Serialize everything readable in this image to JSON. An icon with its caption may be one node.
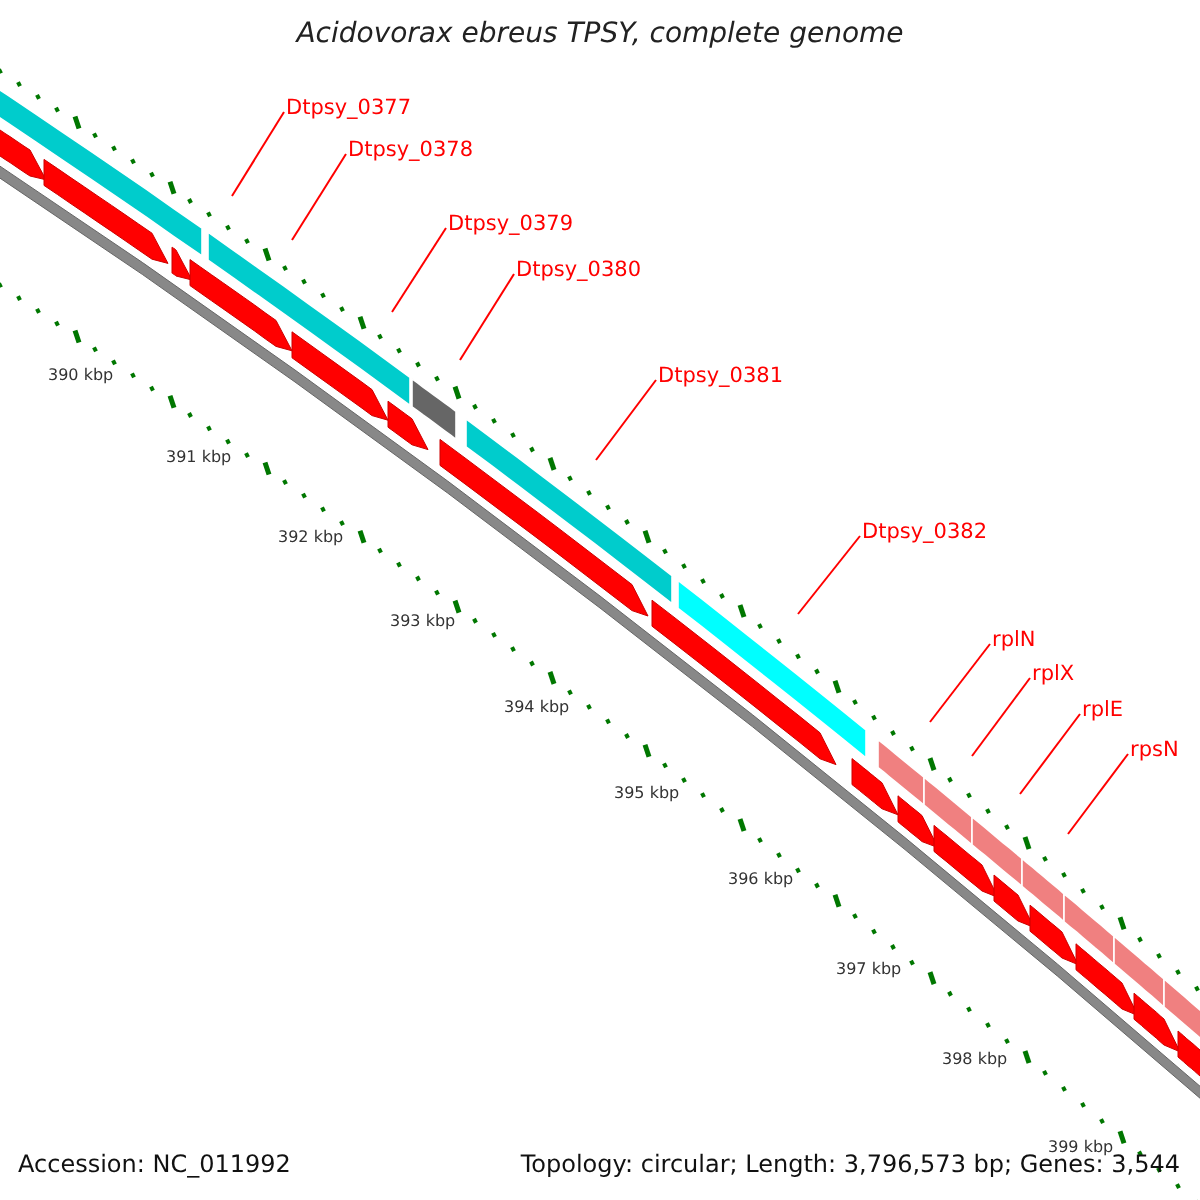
{
  "diagram": {
    "title": "Acidovorax ebreus TPSY, complete genome",
    "nodes": [
      {
        "text": [
          "Dtpsy_0377"
        ]
      },
      {
        "text": [
          "Dtpsy_0378"
        ]
      },
      {
        "text": [
          "Dtpsy_0379"
        ]
      },
      {
        "text": [
          "Dtpsy_0380"
        ]
      },
      {
        "text": [
          "Dtpsy_0381"
        ]
      },
      {
        "text": [
          "Dtpsy_0382"
        ]
      },
      {
        "text": [
          "rplN"
        ]
      },
      {
        "text": [
          "rplX"
        ]
      },
      {
        "text": [
          "rplE"
        ]
      },
      {
        "text": [
          "rpsN"
        ]
      }
    ],
    "edges": [
      {
        "from": 0,
        "to": null,
        "arrow": "none"
      },
      {
        "from": 1,
        "to": null,
        "arrow": "none"
      },
      {
        "from": 2,
        "to": null,
        "arrow": "none"
      },
      {
        "from": 3,
        "to": null,
        "arrow": "none"
      },
      {
        "from": 4,
        "to": null,
        "arrow": "none"
      },
      {
        "from": 5,
        "to": null,
        "arrow": "none"
      },
      {
        "from": 6,
        "to": null,
        "arrow": "none"
      },
      {
        "from": 7,
        "to": null,
        "arrow": "none"
      },
      {
        "from": 8,
        "to": null,
        "arrow": "none"
      },
      {
        "from": 9,
        "to": null,
        "arrow": "none"
      }
    ],
    "labels": [
      "390 kbp",
      "391 kbp",
      "392 kbp",
      "393 kbp",
      "394 kbp",
      "395 kbp",
      "396 kbp",
      "397 kbp",
      "398 kbp",
      "399 kbp",
      "Accession: NC_011992",
      "Topology: circular; Length: 3,796,573 bp; Genes: 3,544"
    ]
  }
}
